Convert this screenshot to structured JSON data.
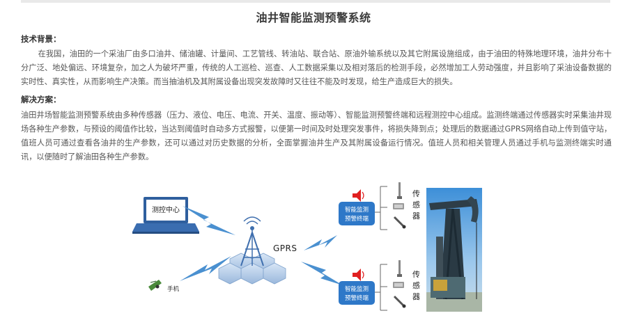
{
  "title": "油井智能监测预警系统",
  "background": {
    "heading": "技术背景：",
    "text": "在我国，油田的一个采油厂由多口油井、储油罐、计量间、工艺管线、转油站、联合站、原油外输系统以及其它附属设施组成，由于油田的特殊地理环境，油井分布十分广泛、地处偏远、环境复杂，加之人为破坏严重，传统的人工巡检、巡查、人工数据采集以及相对落后的检测手段，必然增加工人劳动强度，并且影响了采油设备数据的实时性、真实性，从而影响生产决策。而当抽油机及其附属设备出现突发故障时又往往不能及时发现，给生产造成巨大的损失。"
  },
  "solution": {
    "heading": "解决方案：",
    "text": "油田井场智能监测预警系统由多种传感器（压力、液位、电压、电流、开关、温度、振动等）、智能监测预警终端和远程测控中心组成。监测终端通过传感器实时采集油井现场各种生产参数，与预设的阈值作比较，当达到阈值时自动多方式报警，以便第一时间及时处理突发事件，将损失降到点；处理后的数据通过GPRS网络自动上传到值守站，值班人员可通过查看各油井的生产参数，还可以通过对历史数据的分析，全面掌握油井生产及其附属设备运行情况。值班人员和相关管理人员通过手机与监测终端实时通讯，以便随时了解油田各种生产参数。"
  },
  "diagram": {
    "control_center": "测控中心",
    "gprs": "GPRS",
    "phone": "手机",
    "terminal_top": [
      "智能监测",
      "预警终端"
    ],
    "terminal_bottom": [
      "智能监测",
      "预警终端"
    ],
    "sensor_top": "传感器",
    "sensor_bottom": "传感器",
    "colors": {
      "bolt": "#4a90d0",
      "terminal": "#2e78c8",
      "laptop": "#2f5f9e",
      "tower": "#5b8fd0",
      "alarm": "#e02020"
    }
  }
}
